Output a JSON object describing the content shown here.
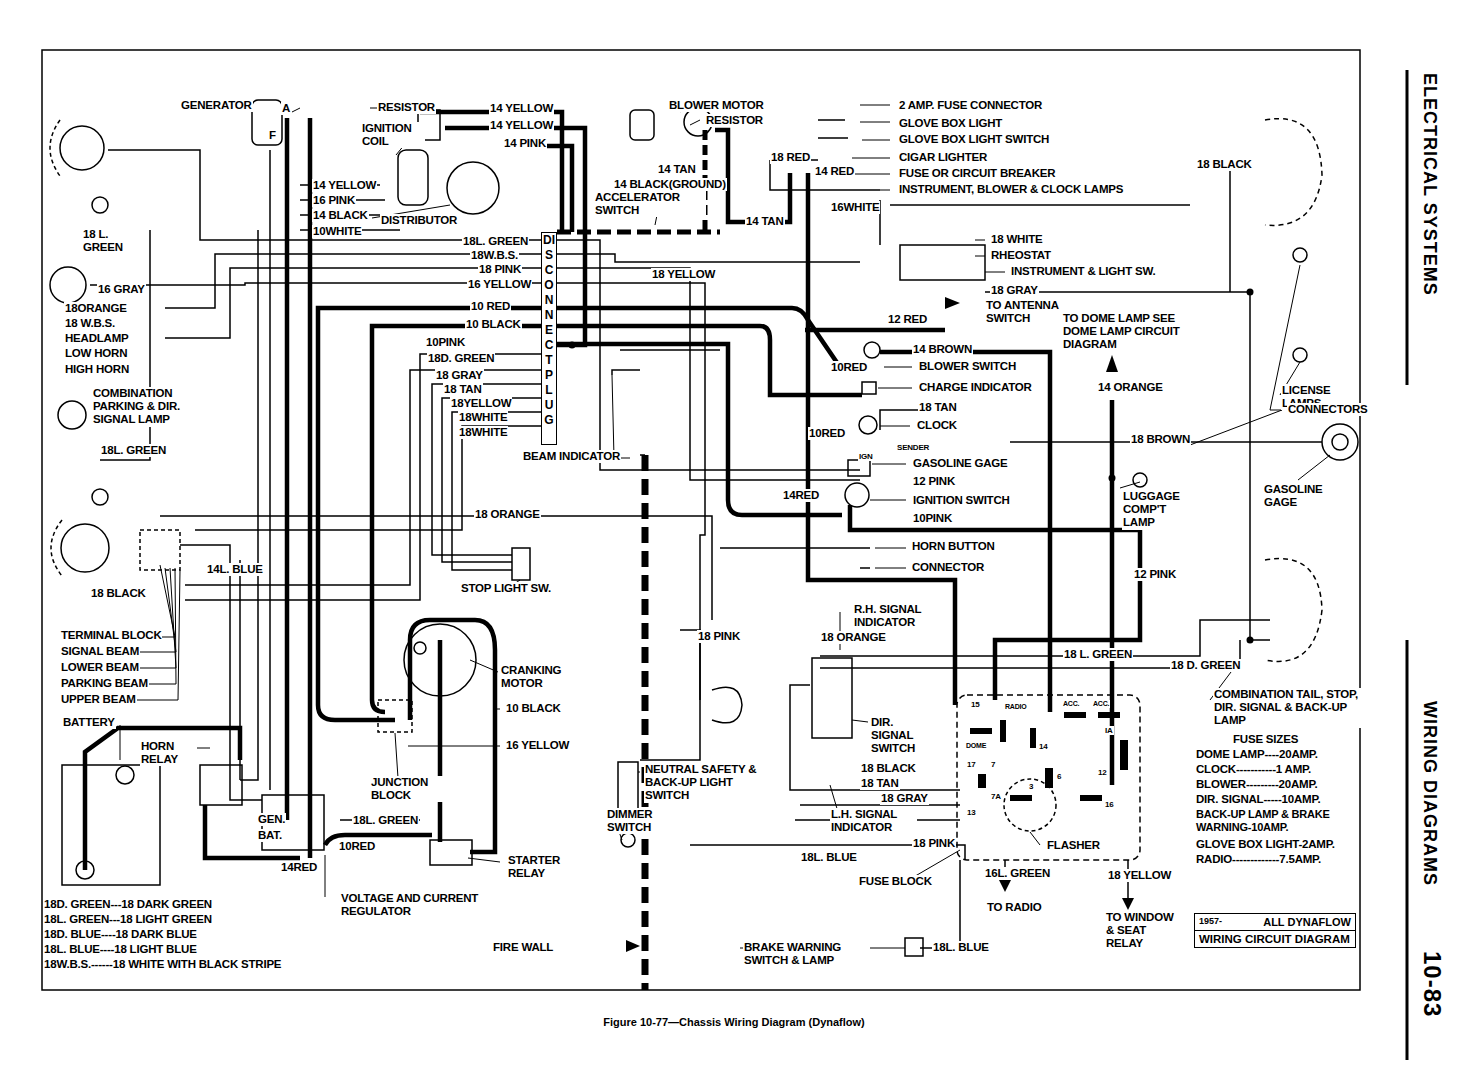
{
  "diagram": {
    "caption": "Figure 10-77—Chassis Wiring Diagram (Dynaflow)",
    "nodes": [
      {
        "text": [
          "DISCONNECT PLUG"
        ]
      },
      {
        "text": [
          "1957-",
          "ALL DYNAFLOW",
          "WIRING CIRCUIT DIAGRAM"
        ]
      }
    ],
    "labels": [
      "GENERATOR",
      "A",
      "F",
      "RESISTOR",
      "IGNITION COIL",
      "14 YELLOW",
      "14 YELLOW",
      "14 PINK",
      "14 YELLOW",
      "16 PINK",
      "14 BLACK",
      "10WHITE",
      "DISTRIBUTOR",
      "18 L. GREEN",
      "18L. GREEN",
      "18W.B.S.",
      "18 PINK",
      "16 YELLOW",
      "16 GRAY",
      "18ORANGE",
      "18 W.B.S.",
      "HEADLAMP",
      "LOW HORN",
      "HIGH HORN",
      "COMBINATION PARKING & DIR. SIGNAL LAMP",
      "10 RED",
      "10 BLACK",
      "10PINK",
      "18D. GREEN",
      "18 GRAY",
      "18 TAN",
      "18YELLOW",
      "18WHITE",
      "18WHITE",
      "BEAM INDICATOR",
      "BLOWER MOTOR",
      "RESISTOR",
      "14 TAN",
      "14 BLACK(GROUND)",
      "ACCELERATOR SWITCH",
      "18 RED",
      "14 TAN",
      "14 RED",
      "16WHITE",
      "18 YELLOW",
      "2 AMP. FUSE CONNECTOR",
      "GLOVE BOX LIGHT",
      "GLOVE BOX LIGHT SWITCH",
      "CIGAR LIGHTER",
      "FUSE OR CIRCUIT BREAKER",
      "INSTRUMENT, BLOWER & CLOCK LAMPS",
      "18 WHITE",
      "RHEOSTAT",
      "INSTRUMENT & LIGHT SW.",
      "18 GRAY",
      "TO ANTENNA SWITCH",
      "12 RED",
      "TO DOME LAMP SEE DOME LAMP CIRCUIT DIAGRAM",
      "14 BROWN",
      "BLOWER SWITCH",
      "10RED",
      "CHARGE INDICATOR",
      "14 ORANGE",
      "18 TAN",
      "CLOCK",
      "10RED",
      "SENDER",
      "IGN",
      "GASOLINE GAGE",
      "12 PINK",
      "14RED",
      "IGNITION SWITCH",
      "10PINK",
      "18 BLACK",
      "LICENSE LAMPS",
      "CONNECTORS",
      "18 BROWN",
      "LUGGAGE COMP'T LAMP",
      "GASOLINE GAGE",
      "18 ORANGE",
      "HORN BUTTON",
      "CONNECTOR",
      "12 PINK",
      "STOP LIGHT SW.",
      "18L. GREEN",
      "14L. BLUE",
      "18 BLACK",
      "TERMINAL BLOCK",
      "SIGNAL BEAM",
      "LOWER BEAM",
      "PARKING BEAM",
      "UPPER BEAM",
      "BATTERY",
      "HORN RELAY",
      "CRANKING MOTOR",
      "10 BLACK",
      "16 YELLOW",
      "JUNCTION BLOCK",
      "18L. GREEN",
      "10RED",
      "STARTER RELAY",
      "GEN.",
      "BAT.",
      "14RED",
      "VOLTAGE AND CURRENT REGULATOR",
      "18 PINK",
      "R.H. SIGNAL INDICATOR",
      "18 ORANGE",
      "18 L. GREEN",
      "18 D. GREEN",
      "DIR. SIGNAL SWITCH",
      "18 BLACK",
      "18 TAN",
      "18 GRAY",
      "L.H. SIGNAL INDICATOR",
      "NEUTRAL SAFETY & BACK-UP LIGHT SWITCH",
      "DIMMER SWITCH",
      "18 PINK",
      "18L. BLUE",
      "FLASHER",
      "FUSE BLOCK",
      "16L. GREEN",
      "TO RADIO",
      "18 YELLOW",
      "TO WINDOW & SEAT RELAY",
      "BRAKE WARNING SWITCH & LAMP",
      "18L. BLUE",
      "FIRE WALL",
      "COMBINATION TAIL, STOP, DIR. SIGNAL & BACK-UP LAMP",
      "FUSE SIZES",
      "DOME LAMP----20AMP.",
      "CLOCK-----------1 AMP.",
      "BLOWER---------20AMP.",
      "DIR. SIGNAL-----10AMP.",
      "BACK-UP LAMP & BRAKE WARNING-10AMP.",
      "GLOVE BOX LIGHT-2AMP.",
      "RADIO-------------7.5AMP.",
      "18D. GREEN---18 DARK GREEN",
      "18L. GREEN---18 LIGHT GREEN",
      "18D. BLUE----18 DARK BLUE",
      "18L. BLUE----18 LIGHT BLUE",
      "18W.B.S.------18 WHITE WITH BLACK STRIPE",
      "ELECTRICAL SYSTEMS",
      "WIRING DIAGRAMS",
      "10-83",
      "15",
      "DOME",
      "RADIO",
      "14",
      "ACC.",
      "ACC.",
      "IA",
      "17",
      "7",
      "7A",
      "6",
      "3",
      "13",
      "12",
      "16"
    ]
  }
}
